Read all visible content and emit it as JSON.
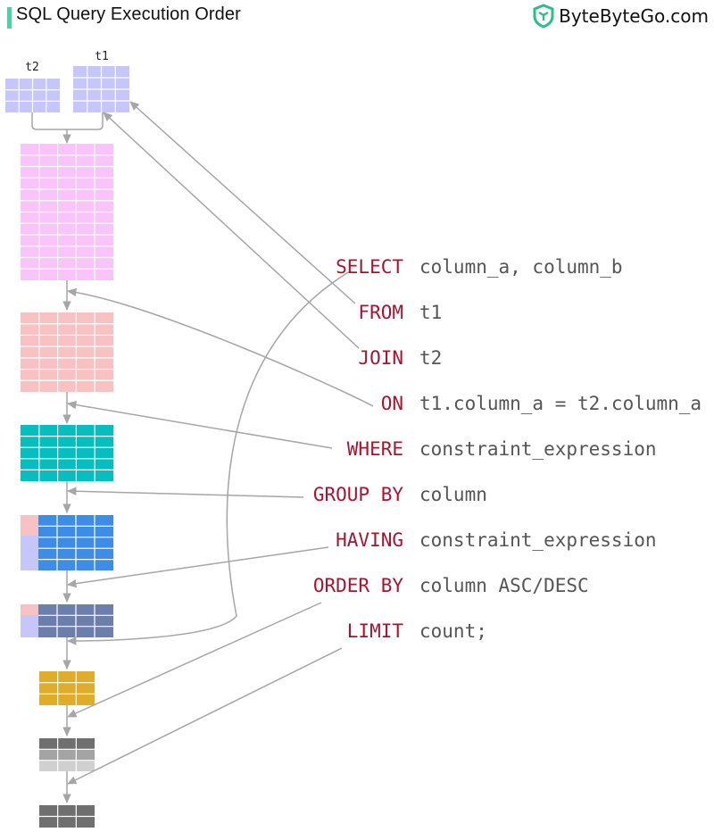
{
  "header": {
    "title": "SQL Query Execution Order"
  },
  "brand": {
    "name": "ByteByteGo.com",
    "logo_icon": "bytebytego-logo-icon"
  },
  "tables": {
    "t1_label": "t1",
    "t2_label": "t2"
  },
  "clauses": [
    {
      "keyword": "SELECT",
      "expression": "column_a, column_b"
    },
    {
      "keyword": "FROM",
      "expression": "t1"
    },
    {
      "keyword": "JOIN",
      "expression": "t2"
    },
    {
      "keyword": "ON",
      "expression": "t1.column_a = t2.column_a"
    },
    {
      "keyword": "WHERE",
      "expression": "constraint_expression"
    },
    {
      "keyword": "GROUP BY",
      "expression": "column"
    },
    {
      "keyword": "HAVING",
      "expression": "constraint_expression"
    },
    {
      "keyword": "ORDER BY",
      "expression": "column ASC/DESC"
    },
    {
      "keyword": "LIMIT",
      "expression": "count;"
    }
  ],
  "colors": {
    "keyword": "#a8142f",
    "expression": "#555555",
    "arrow": "#a6a6a6",
    "source_tables": "#c6c6fb",
    "joined": "#f9c4f9",
    "on_filtered": "#f8c2c2",
    "where_filtered": "#06bebd",
    "grouped": "#3d8de8",
    "having_filtered": "#6c7fab",
    "selected": "#dfad2b",
    "ordered": "#6f6f6f",
    "limited": "#6f6f6f"
  }
}
